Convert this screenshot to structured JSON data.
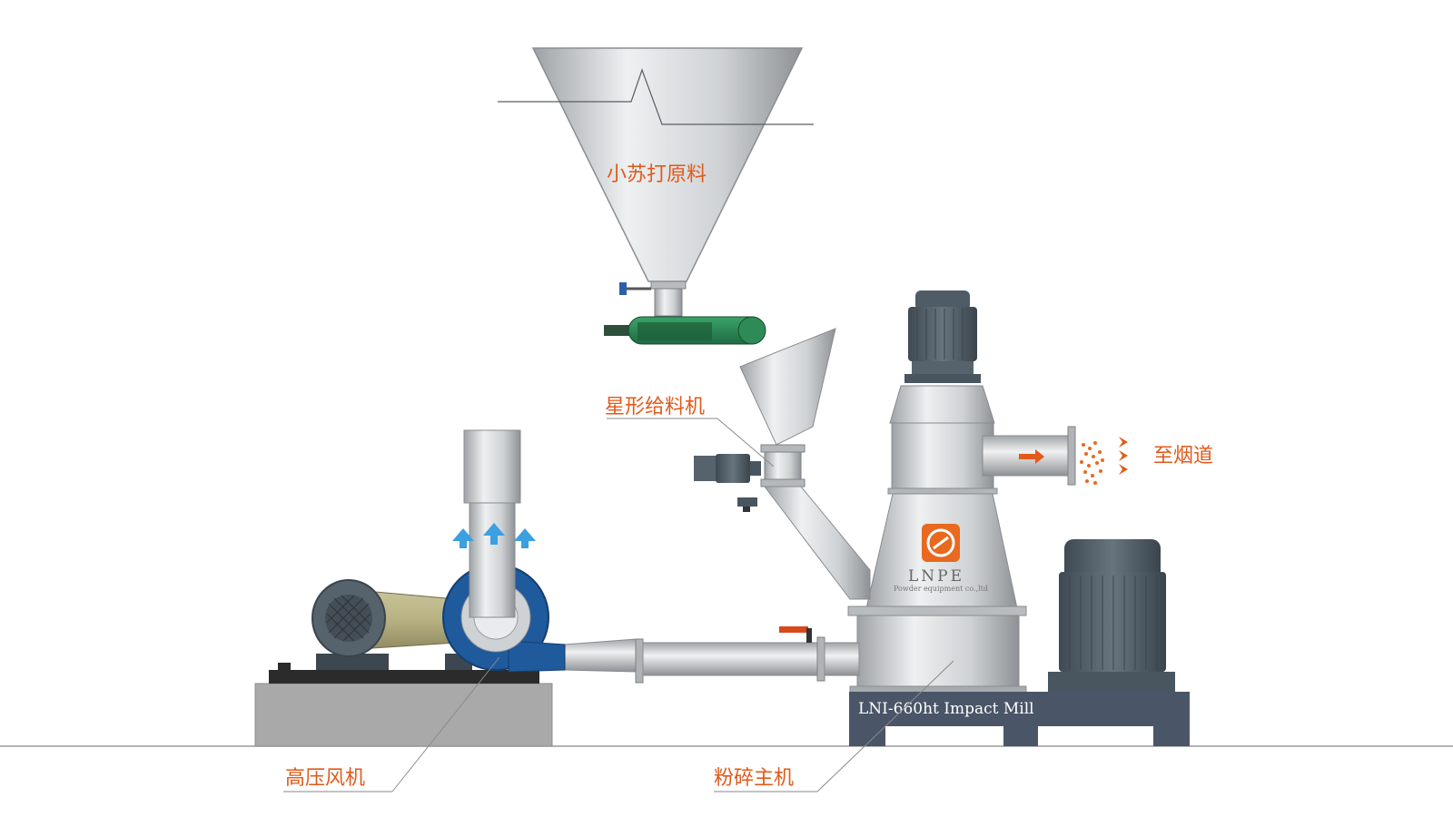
{
  "labels": {
    "raw_material": "小苏打原料",
    "star_feeder": "星形给料机",
    "to_chimney": "至烟道",
    "blower": "高压风机",
    "main_mill": "粉碎主机"
  },
  "machine": {
    "model": "LNI-660ht Impact Mill",
    "brand": "LNPE",
    "brand_sub": "Powder equipment co.,ltd"
  },
  "colors": {
    "label": "#e05a1a",
    "steel": "#c4c7ca",
    "motor": "#4f5c66",
    "blower_housing": "#1f5a9c",
    "feeder_green": "#2e8b57",
    "base": "#4a5568",
    "air_arrow": "#3b9fe0"
  }
}
